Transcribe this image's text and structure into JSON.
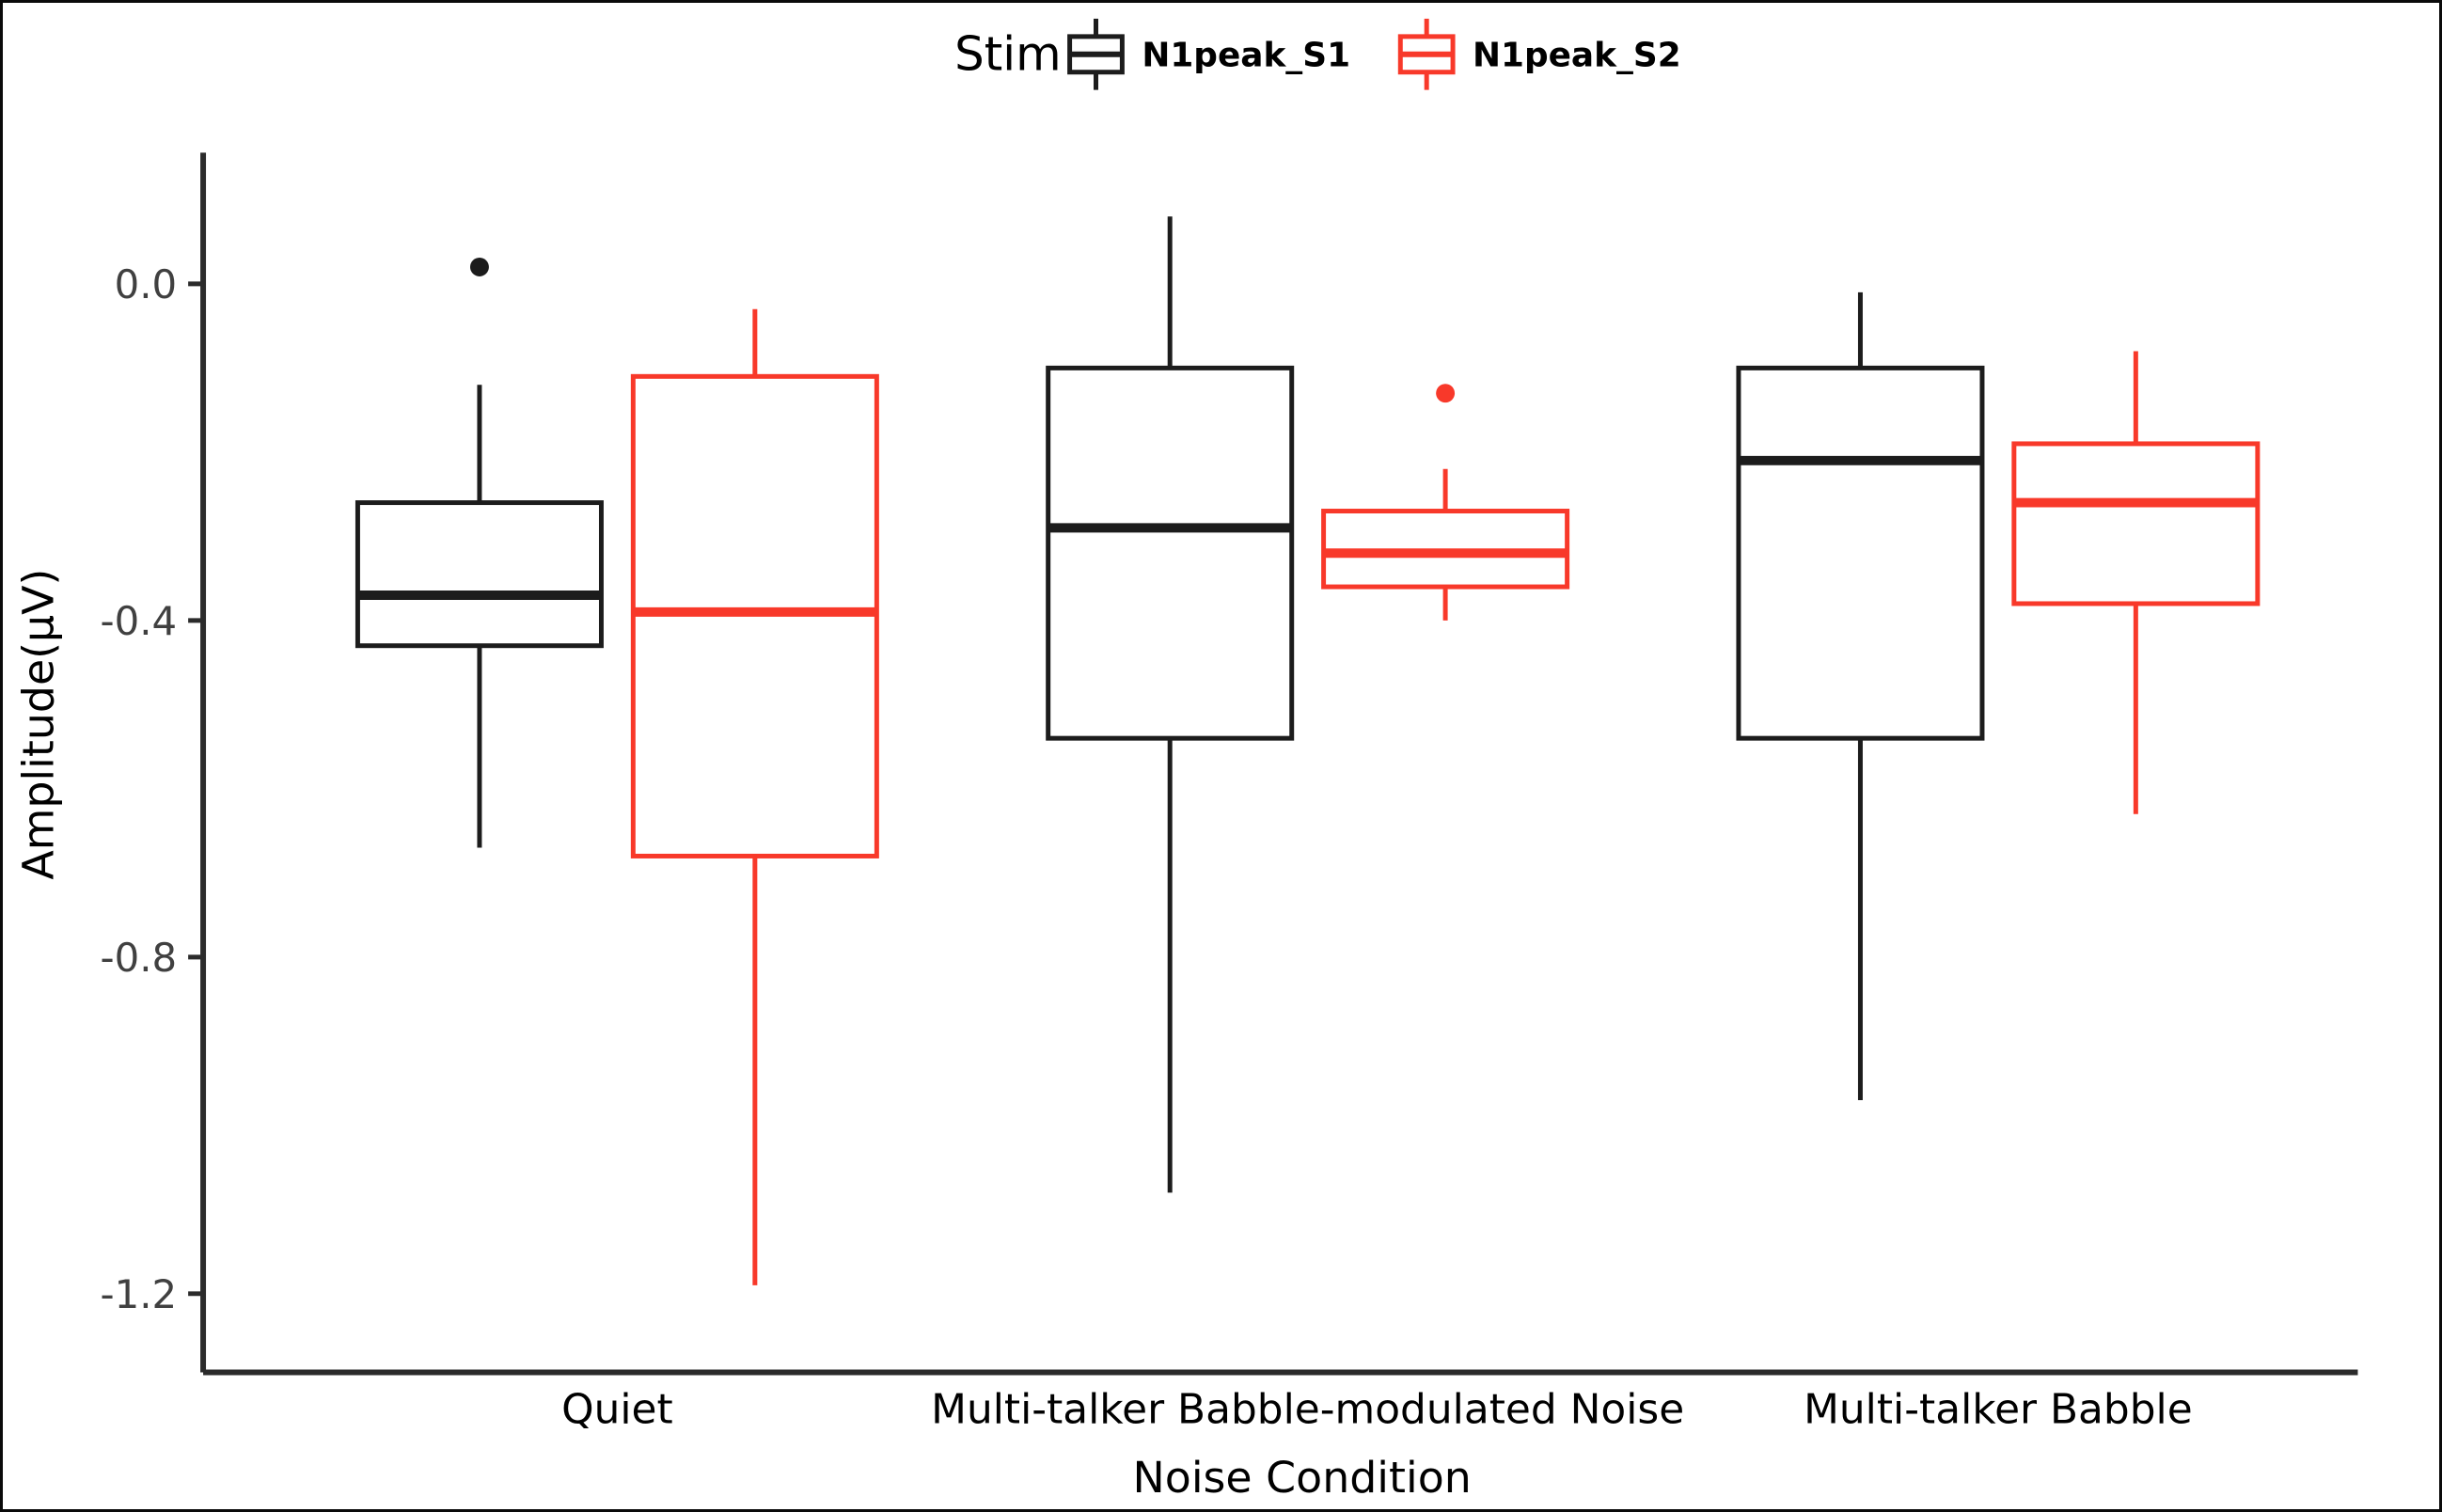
{
  "figure": {
    "background": "#ffffff",
    "frame_color": "#0a0a0a",
    "axis_color": "#2b2b2b",
    "tick_label_color": "#404040",
    "text_color": "#000000"
  },
  "legend": {
    "title": "Stim",
    "position": "top-center",
    "entries": [
      {
        "label": "N1peak_S1",
        "color": "#1c1c1c"
      },
      {
        "label": "N1peak_S2",
        "color": "#f8392a"
      }
    ]
  },
  "chart_data": {
    "type": "boxplot",
    "title": "",
    "xlabel": "Noise Condition",
    "ylabel": "Amplitude(μV)",
    "ylim": [
      -1.29,
      0.145
    ],
    "grid": false,
    "legend_position": "top",
    "yticks": [
      {
        "value": 0.0,
        "label": "0.0"
      },
      {
        "value": -0.4,
        "label": "-0.4"
      },
      {
        "value": -0.8,
        "label": "-0.8"
      },
      {
        "value": -1.2,
        "label": "-1.2"
      }
    ],
    "categories": [
      "Quiet",
      "Multi-talker Babble-modulated Noise",
      "Multi-talker Babble"
    ],
    "series": [
      {
        "name": "N1peak_S1",
        "color": "#1c1c1c",
        "stats": [
          {
            "whisker_low": -0.67,
            "q1": -0.43,
            "median": -0.37,
            "q3": -0.26,
            "whisker_high": -0.12,
            "outliers": [
              0.02
            ]
          },
          {
            "whisker_low": -1.08,
            "q1": -0.54,
            "median": -0.29,
            "q3": -0.1,
            "whisker_high": 0.08,
            "outliers": []
          },
          {
            "whisker_low": -0.97,
            "q1": -0.54,
            "median": -0.21,
            "q3": -0.1,
            "whisker_high": -0.01,
            "outliers": []
          }
        ]
      },
      {
        "name": "N1peak_S2",
        "color": "#f8392a",
        "stats": [
          {
            "whisker_low": -1.19,
            "q1": -0.68,
            "median": -0.39,
            "q3": -0.11,
            "whisker_high": -0.03,
            "outliers": []
          },
          {
            "whisker_low": -0.4,
            "q1": -0.36,
            "median": -0.32,
            "q3": -0.27,
            "whisker_high": -0.22,
            "outliers": [
              -0.13
            ]
          },
          {
            "whisker_low": -0.63,
            "q1": -0.38,
            "median": -0.26,
            "q3": -0.19,
            "whisker_high": -0.08,
            "outliers": []
          }
        ]
      }
    ]
  }
}
